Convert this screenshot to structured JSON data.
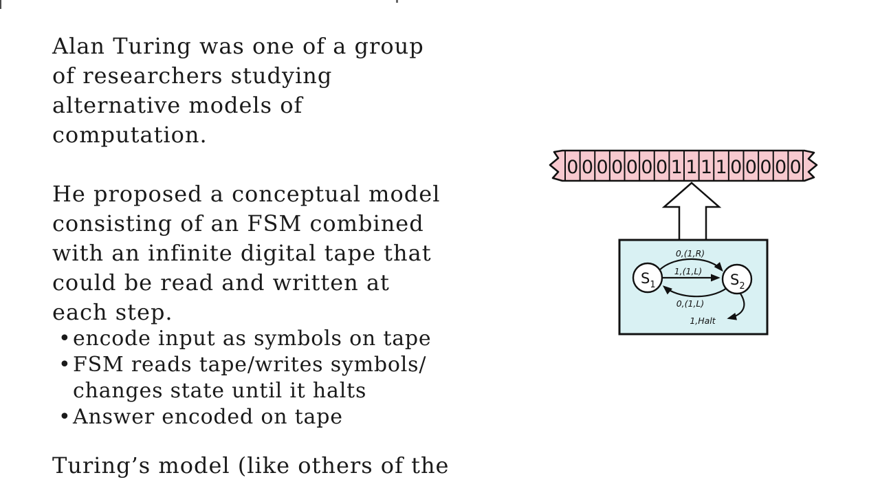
{
  "slide": {
    "bullet_char": "•",
    "paragraph1": "Alan Turing was one of a group\nof researchers studying\nalternative models of\ncomputation.",
    "paragraph2": "He proposed a conceptual model\nconsisting of an FSM combined\nwith an infinite digital tape that\ncould be read and written at\neach step.",
    "bullets": [
      "encode input as symbols on tape",
      "FSM reads tape/writes symbols/\nchanges state until it halts",
      "Answer encoded on tape"
    ],
    "paragraph3": "Turing’s model (like others of the"
  },
  "diagram": {
    "tape": {
      "cells": [
        "0",
        "0",
        "0",
        "0",
        "0",
        "0",
        "0",
        "1",
        "1",
        "1",
        "1",
        "0",
        "0",
        "0",
        "0",
        "0"
      ],
      "fill_color": "#f7c9cf"
    },
    "fsm": {
      "box_fill_color": "#d9f1f3",
      "state1_label": "S",
      "state1_sub": "1",
      "state2_label": "S",
      "state2_sub": "2",
      "transition_top": "0,(1,R)",
      "transition_middle": "1,(1,L)",
      "transition_bottom": "0,(1,L)",
      "transition_halt": "1,Halt"
    }
  }
}
